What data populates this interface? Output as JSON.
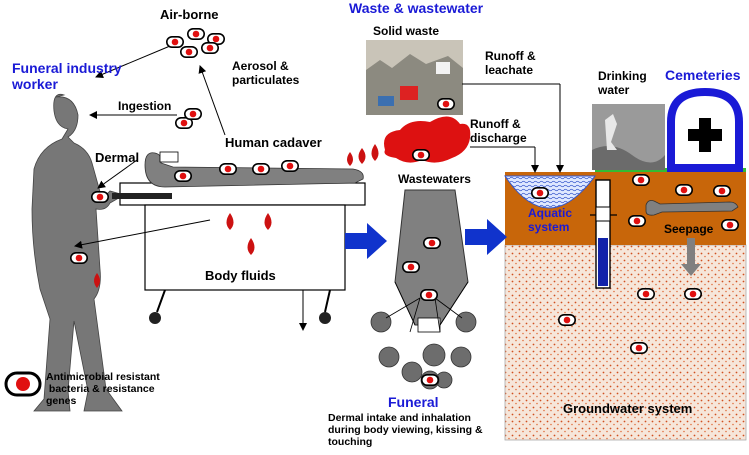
{
  "title": "Waste & wastewater",
  "labels": {
    "airborne": "Air-borne",
    "funeral_worker": "Funeral industry\nworker",
    "ingestion": "Ingestion",
    "dermal": "Dermal",
    "aerosol": "Aerosol &\nparticulates",
    "human_cadaver": "Human cadaver",
    "body_fluids": "Body fluids",
    "solid_waste": "Solid waste",
    "runoff_leachate": "Runoff &\nleachate",
    "runoff_discharge": "Runoff &\ndischarge",
    "wastewaters": "Wastewaters",
    "drinking_water": "Drinking\nwater",
    "cemeteries": "Cemeteries",
    "aquatic_system": "Aquatic\nsystem",
    "seepage": "Seepage",
    "funeral": "Funeral",
    "funeral_desc": "Dermal intake and inhalation\nduring body viewing, kissing &\ntouching",
    "groundwater": "Groundwater system"
  },
  "legend": {
    "text": "Antimicrobial resistant\n bacteria & resistance\ngenes"
  },
  "colors": {
    "accent_blue": "#1a1ad6",
    "soil_orange": "#c8660a",
    "groundwater_bg": "#f6e6da",
    "groundwater_dots": "#d05020",
    "figure_gray": "#777777",
    "blood_red": "#cc1111",
    "arrow_blue": "#1033cc",
    "water_blue": "#3366cc",
    "grass_green": "#33bb33"
  }
}
